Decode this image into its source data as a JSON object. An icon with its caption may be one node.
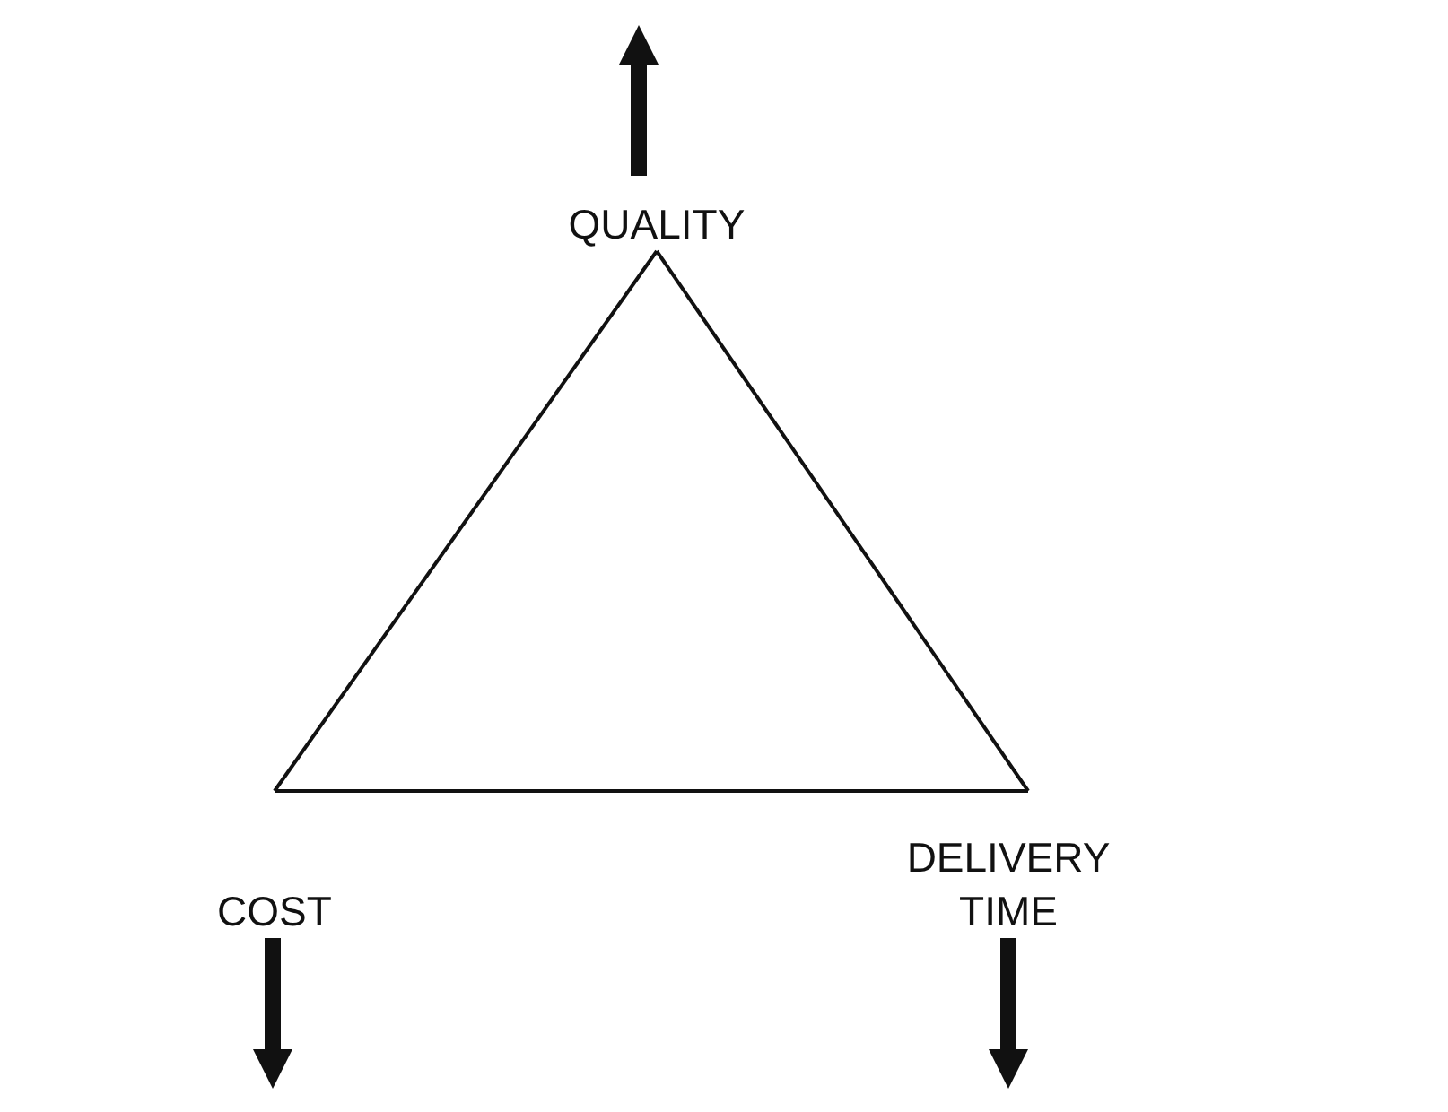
{
  "diagram": {
    "nodes": [
      {
        "text": [
          "QUALITY"
        ]
      },
      {
        "text": [
          "COST"
        ]
      },
      {
        "text": [
          "DELIVERY TIME"
        ]
      }
    ],
    "edges": [
      {
        "from": 0,
        "to": 1,
        "arrow": "none"
      },
      {
        "from": 1,
        "to": 2,
        "arrow": "none"
      },
      {
        "from": 2,
        "to": 0,
        "arrow": "none"
      },
      {
        "from": 0,
        "to": null,
        "arrow": "to",
        "style": "thick"
      },
      {
        "from": 1,
        "to": null,
        "arrow": "to",
        "style": "thick"
      },
      {
        "from": 2,
        "to": null,
        "arrow": "to",
        "style": "thick"
      }
    ]
  }
}
